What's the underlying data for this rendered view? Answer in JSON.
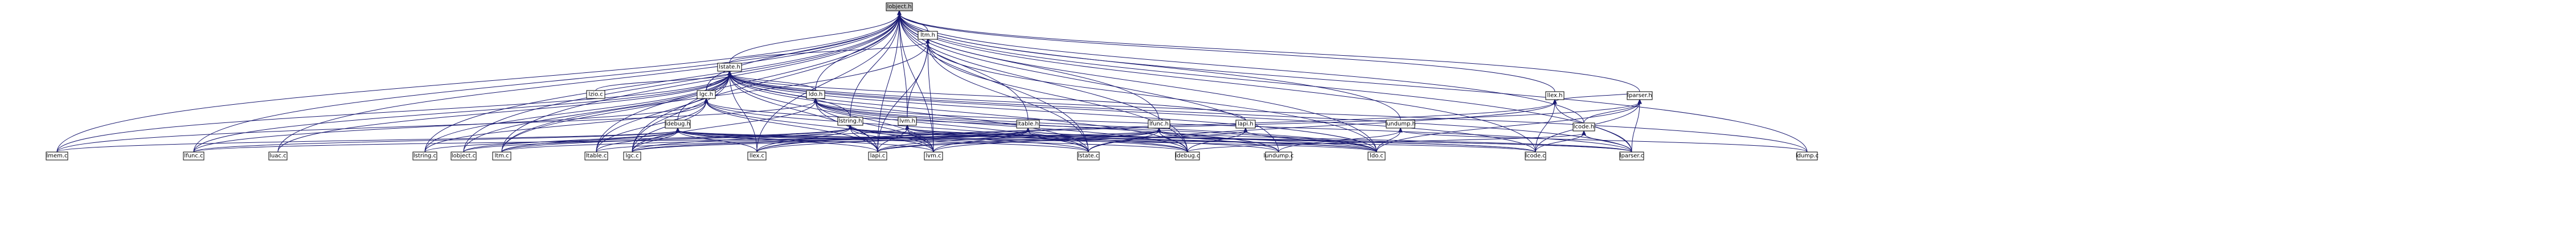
{
  "graph": {
    "root": "lobject.h",
    "nodes": [
      "lobject.h",
      "ltm.h",
      "lstate.h",
      "lzio.c",
      "lgc.h",
      "ldo.h",
      "lstring.h",
      "lvm.h",
      "ltable.h",
      "lfunc.h",
      "lapi.h",
      "ldebug.h",
      "llex.h",
      "lparser.h",
      "lcode.h",
      "lundump.h",
      "lmem.c",
      "lfunc.c",
      "luac.c",
      "lstring.c",
      "lobject.c",
      "ltm.c",
      "ltable.c",
      "lgc.c",
      "llex.c",
      "lapi.c",
      "lvm.c",
      "lstate.c",
      "ldebug.c",
      "lundump.c",
      "ldo.c",
      "lcode.c",
      "lparser.c",
      "ldump.c"
    ],
    "edges": [
      [
        "ltm.h",
        "lobject.h"
      ],
      [
        "lstate.h",
        "lobject.h"
      ],
      [
        "lgc.h",
        "lobject.h"
      ],
      [
        "ldo.h",
        "lobject.h"
      ],
      [
        "lstring.h",
        "lobject.h"
      ],
      [
        "lvm.h",
        "lobject.h"
      ],
      [
        "ltable.h",
        "lobject.h"
      ],
      [
        "lfunc.h",
        "lobject.h"
      ],
      [
        "llex.h",
        "lobject.h"
      ],
      [
        "lparser.h",
        "lobject.h"
      ],
      [
        "lcode.h",
        "lobject.h"
      ],
      [
        "lundump.h",
        "lobject.h"
      ],
      [
        "lmem.c",
        "lobject.h"
      ],
      [
        "lfunc.c",
        "lobject.h"
      ],
      [
        "luac.c",
        "lobject.h"
      ],
      [
        "lstring.c",
        "lobject.h"
      ],
      [
        "lobject.c",
        "lobject.h"
      ],
      [
        "ltm.c",
        "lobject.h"
      ],
      [
        "ltable.c",
        "lobject.h"
      ],
      [
        "lgc.c",
        "lobject.h"
      ],
      [
        "llex.c",
        "lobject.h"
      ],
      [
        "lapi.c",
        "lobject.h"
      ],
      [
        "lvm.c",
        "lobject.h"
      ],
      [
        "lstate.c",
        "lobject.h"
      ],
      [
        "ldebug.c",
        "lobject.h"
      ],
      [
        "lundump.c",
        "lobject.h"
      ],
      [
        "ldo.c",
        "lobject.h"
      ],
      [
        "lcode.c",
        "lobject.h"
      ],
      [
        "lparser.c",
        "lobject.h"
      ],
      [
        "ldump.c",
        "lobject.h"
      ],
      [
        "lstate.h",
        "ltm.h"
      ],
      [
        "lvm.h",
        "ltm.h"
      ],
      [
        "ltm.c",
        "ltm.h"
      ],
      [
        "lvm.c",
        "ltm.h"
      ],
      [
        "lapi.c",
        "ltm.h"
      ],
      [
        "lstate.c",
        "ltm.h"
      ],
      [
        "ldebug.c",
        "ltm.h"
      ],
      [
        "ldo.c",
        "ltm.h"
      ],
      [
        "lzio.c",
        "lstate.h"
      ],
      [
        "lgc.h",
        "lstate.h"
      ],
      [
        "ldo.h",
        "lstate.h"
      ],
      [
        "lstring.h",
        "lstate.h"
      ],
      [
        "lapi.h",
        "lstate.h"
      ],
      [
        "ldebug.h",
        "lstate.h"
      ],
      [
        "llex.c",
        "lstate.h"
      ],
      [
        "lmem.c",
        "lstate.h"
      ],
      [
        "lfunc.c",
        "lstate.h"
      ],
      [
        "lstring.c",
        "lstate.h"
      ],
      [
        "lobject.c",
        "lstate.h"
      ],
      [
        "ltm.c",
        "lstate.h"
      ],
      [
        "ltable.c",
        "lstate.h"
      ],
      [
        "lgc.c",
        "lstate.h"
      ],
      [
        "lapi.c",
        "lstate.h"
      ],
      [
        "lvm.c",
        "lstate.h"
      ],
      [
        "lstate.c",
        "lstate.h"
      ],
      [
        "ldebug.c",
        "lstate.h"
      ],
      [
        "ldo.c",
        "lstate.h"
      ],
      [
        "lcode.c",
        "lstate.h"
      ],
      [
        "lparser.c",
        "lstate.h"
      ],
      [
        "ldump.c",
        "lstate.h"
      ],
      [
        "luac.c",
        "lstate.h"
      ],
      [
        "lfunc.c",
        "lgc.h"
      ],
      [
        "lstring.c",
        "lgc.h"
      ],
      [
        "ltable.c",
        "lgc.h"
      ],
      [
        "lgc.c",
        "lgc.h"
      ],
      [
        "lapi.c",
        "lgc.h"
      ],
      [
        "lvm.c",
        "lgc.h"
      ],
      [
        "lstate.c",
        "lgc.h"
      ],
      [
        "ldo.c",
        "lgc.h"
      ],
      [
        "lmem.c",
        "ldo.h"
      ],
      [
        "lgc.c",
        "ldo.h"
      ],
      [
        "lapi.c",
        "ldo.h"
      ],
      [
        "lvm.c",
        "ldo.h"
      ],
      [
        "lstate.c",
        "ldo.h"
      ],
      [
        "ldebug.c",
        "ldo.h"
      ],
      [
        "ldo.c",
        "ldo.h"
      ],
      [
        "lparser.c",
        "ldo.h"
      ],
      [
        "lundump.c",
        "ldo.h"
      ],
      [
        "llex.c",
        "lstring.h"
      ],
      [
        "lstring.c",
        "lstring.h"
      ],
      [
        "ltm.c",
        "lstring.h"
      ],
      [
        "lgc.c",
        "lstring.h"
      ],
      [
        "lapi.c",
        "lstring.h"
      ],
      [
        "lvm.c",
        "lstring.h"
      ],
      [
        "lstate.c",
        "lstring.h"
      ],
      [
        "ldo.c",
        "lstring.h"
      ],
      [
        "lparser.c",
        "lstring.h"
      ],
      [
        "lundump.c",
        "lstring.h"
      ],
      [
        "ldebug.c",
        "lvm.h"
      ],
      [
        "lapi.c",
        "lvm.h"
      ],
      [
        "lvm.c",
        "lvm.h"
      ],
      [
        "ldo.c",
        "lvm.h"
      ],
      [
        "lcode.c",
        "lvm.h"
      ],
      [
        "lobject.c",
        "lvm.h"
      ],
      [
        "ltable.c",
        "ltable.h"
      ],
      [
        "lgc.c",
        "ltable.h"
      ],
      [
        "lapi.c",
        "ltable.h"
      ],
      [
        "lvm.c",
        "ltable.h"
      ],
      [
        "lstate.c",
        "ltable.h"
      ],
      [
        "ldebug.c",
        "ltable.h"
      ],
      [
        "lcode.c",
        "ltable.h"
      ],
      [
        "lparser.c",
        "ltable.h"
      ],
      [
        "llex.c",
        "ltable.h"
      ],
      [
        "ltm.c",
        "ltable.h"
      ],
      [
        "lfunc.c",
        "lfunc.h"
      ],
      [
        "lgc.c",
        "lfunc.h"
      ],
      [
        "lapi.c",
        "lfunc.h"
      ],
      [
        "lvm.c",
        "lfunc.h"
      ],
      [
        "lstate.c",
        "lfunc.h"
      ],
      [
        "ldebug.c",
        "lfunc.h"
      ],
      [
        "ldo.c",
        "lfunc.h"
      ],
      [
        "lparser.c",
        "lfunc.h"
      ],
      [
        "lundump.c",
        "lfunc.h"
      ],
      [
        "lapi.c",
        "lapi.h"
      ],
      [
        "ldebug.c",
        "lapi.h"
      ],
      [
        "ldo.c",
        "lapi.h"
      ],
      [
        "lfunc.c",
        "ldebug.h"
      ],
      [
        "lobject.c",
        "ldebug.h"
      ],
      [
        "ltm.c",
        "ldebug.h"
      ],
      [
        "ltable.c",
        "ldebug.h"
      ],
      [
        "lgc.c",
        "ldebug.h"
      ],
      [
        "llex.c",
        "ldebug.h"
      ],
      [
        "lapi.c",
        "ldebug.h"
      ],
      [
        "lvm.c",
        "ldebug.h"
      ],
      [
        "lstate.c",
        "ldebug.h"
      ],
      [
        "ldebug.c",
        "ldebug.h"
      ],
      [
        "ldo.c",
        "ldebug.h"
      ],
      [
        "lcode.c",
        "ldebug.h"
      ],
      [
        "lmem.c",
        "ldebug.h"
      ],
      [
        "llex.c",
        "llex.h"
      ],
      [
        "lparser.h",
        "llex.h"
      ],
      [
        "lcode.c",
        "llex.h"
      ],
      [
        "lparser.c",
        "llex.h"
      ],
      [
        "lstate.c",
        "llex.h"
      ],
      [
        "lcode.h",
        "lparser.h"
      ],
      [
        "lparser.c",
        "lparser.h"
      ],
      [
        "ldo.c",
        "lparser.h"
      ],
      [
        "llex.c",
        "lparser.h"
      ],
      [
        "lcode.c",
        "lparser.h"
      ],
      [
        "lcode.c",
        "lcode.h"
      ],
      [
        "lparser.c",
        "lcode.h"
      ],
      [
        "ldebug.c",
        "lcode.h"
      ],
      [
        "lundump.c",
        "lundump.h"
      ],
      [
        "ldo.c",
        "lundump.h"
      ],
      [
        "ldump.c",
        "lundump.h"
      ]
    ]
  }
}
